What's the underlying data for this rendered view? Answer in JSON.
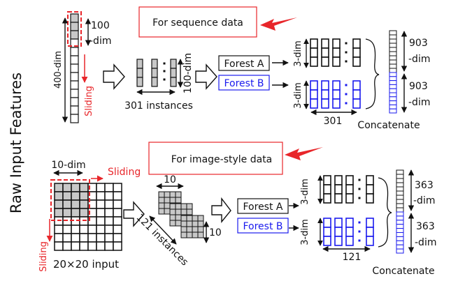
{
  "side_title": "Raw Input Features",
  "colors": {
    "black": "#111111",
    "blue": "#1a1aee",
    "red": "#e8262a",
    "gray_fill": "#c8c8c8"
  },
  "sequence": {
    "callout": "For sequence data",
    "input_dim": "400-dim",
    "window_dim_line1": "100",
    "window_dim_line2": "-dim",
    "sliding": "Sliding",
    "instances": "301 instances",
    "instance_dim": "100-dim",
    "forest_a": "Forest A",
    "forest_b": "Forest B",
    "class_dim_a": "3-dim",
    "class_dim_b": "3-dim",
    "count": "301",
    "concat_a_line1": "903",
    "concat_a_line2": "-dim",
    "concat_b_line1": "903",
    "concat_b_line2": "-dim",
    "concatenate": "Concatenate"
  },
  "image": {
    "callout": "For image-style data",
    "window_dim": "10-dim",
    "sliding_right": "Sliding",
    "sliding_down": "Sliding",
    "input_label": "20×20 input",
    "patch_width": "10",
    "patch_height": "10",
    "instances": "121 instances",
    "forest_a": "Forest A",
    "forest_b": "Forest B",
    "class_dim_a": "3-dim",
    "class_dim_b": "3-dim",
    "count": "121",
    "concat_a_line1": "363",
    "concat_a_line2": "-dim",
    "concat_b_line1": "363",
    "concat_b_line2": "-dim",
    "concatenate": "Concatenate"
  }
}
